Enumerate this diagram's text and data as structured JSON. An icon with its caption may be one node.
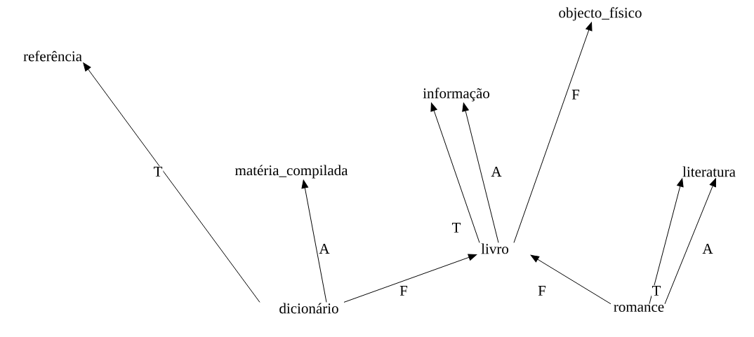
{
  "diagram": {
    "nodes": [
      {
        "text": [
          "referência"
        ]
      },
      {
        "text": [
          "matéria_compilada"
        ]
      },
      {
        "text": [
          "informação"
        ]
      },
      {
        "text": [
          "objecto_físico"
        ]
      },
      {
        "text": [
          "literatura"
        ]
      },
      {
        "text": [
          "livro"
        ]
      },
      {
        "text": [
          "dicionário"
        ]
      },
      {
        "text": [
          "romance"
        ]
      }
    ],
    "edges": [
      {
        "from": 6,
        "to": 0,
        "arrow": "to",
        "label": "T"
      },
      {
        "from": 6,
        "to": 1,
        "arrow": "to",
        "label": "A"
      },
      {
        "from": 6,
        "to": 5,
        "arrow": "to",
        "label": "F"
      },
      {
        "from": 5,
        "to": 2,
        "arrow": "to",
        "label": "T"
      },
      {
        "from": 5,
        "to": 2,
        "arrow": "to",
        "label": "A"
      },
      {
        "from": 5,
        "to": 3,
        "arrow": "to",
        "label": "F"
      },
      {
        "from": 7,
        "to": 5,
        "arrow": "to",
        "label": "F"
      },
      {
        "from": 7,
        "to": 4,
        "arrow": "to",
        "label": "T"
      },
      {
        "from": 7,
        "to": 4,
        "arrow": "to",
        "label": "A"
      }
    ]
  }
}
